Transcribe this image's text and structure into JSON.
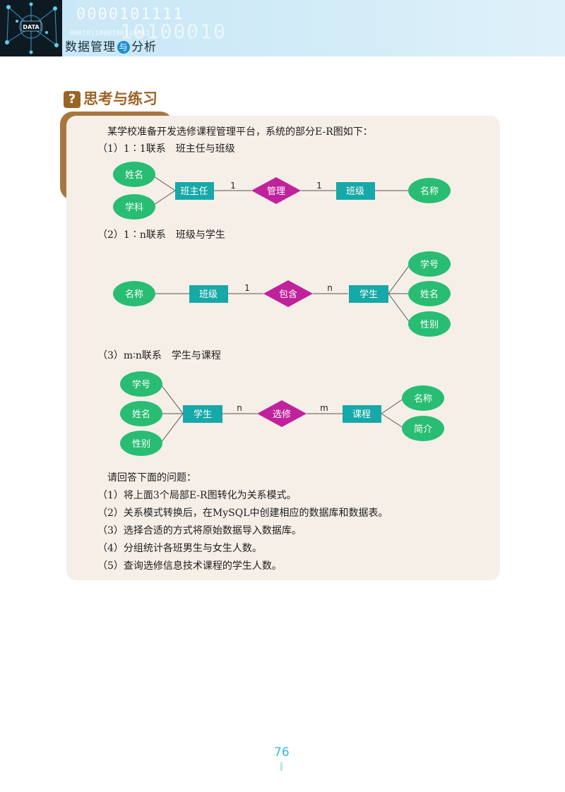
{
  "header": {
    "title_part1": "数据管理",
    "title_conj": "与",
    "title_part2": "分析",
    "logo_text": "DATA",
    "binary_large": "0000101111",
    "binary_large2": "10100010",
    "binary_small": "0001011000100110011"
  },
  "section": {
    "icon": "?",
    "title": "思考与练习"
  },
  "intro": "某学校准备开发选修课程管理平台，系统的部分E-R图如下：",
  "diagrams": [
    {
      "label": "（1）1∶1联系　班主任与班级",
      "entities": [
        "班主任",
        "班级"
      ],
      "relationship": "管理",
      "cardinality": [
        "1",
        "1"
      ],
      "left_attributes": [
        "姓名",
        "学科"
      ],
      "right_attributes": [
        "名称"
      ]
    },
    {
      "label": "（2）1∶n联系　班级与学生",
      "entities": [
        "班级",
        "学生"
      ],
      "relationship": "包含",
      "cardinality": [
        "1",
        "n"
      ],
      "left_attributes": [
        "名称"
      ],
      "right_attributes": [
        "学号",
        "姓名",
        "性别"
      ]
    },
    {
      "label": "（3）m∶n联系　学生与课程",
      "entities": [
        "学生",
        "课程"
      ],
      "relationship": "选修",
      "cardinality": [
        "n",
        "m"
      ],
      "left_attributes": [
        "学号",
        "姓名",
        "性别"
      ],
      "right_attributes": [
        "名称",
        "简介"
      ]
    }
  ],
  "questions_title": "请回答下面的问题：",
  "questions": [
    "（1）将上面3个局部E-R图转化为关系模式。",
    "（2）关系模式转换后，在MySQL中创建相应的数据库和数据表。",
    "（3）选择合适的方式将原始数据导入数据库。",
    "（4）分组统计各班男生与女生人数。",
    "（5）查询选修信息技术课程的学生人数。"
  ],
  "page_number": "76",
  "colors": {
    "entity": "#17a8a8",
    "relationship": "#c0229c",
    "attribute": "#28bd72",
    "accent": "#9b6426"
  }
}
